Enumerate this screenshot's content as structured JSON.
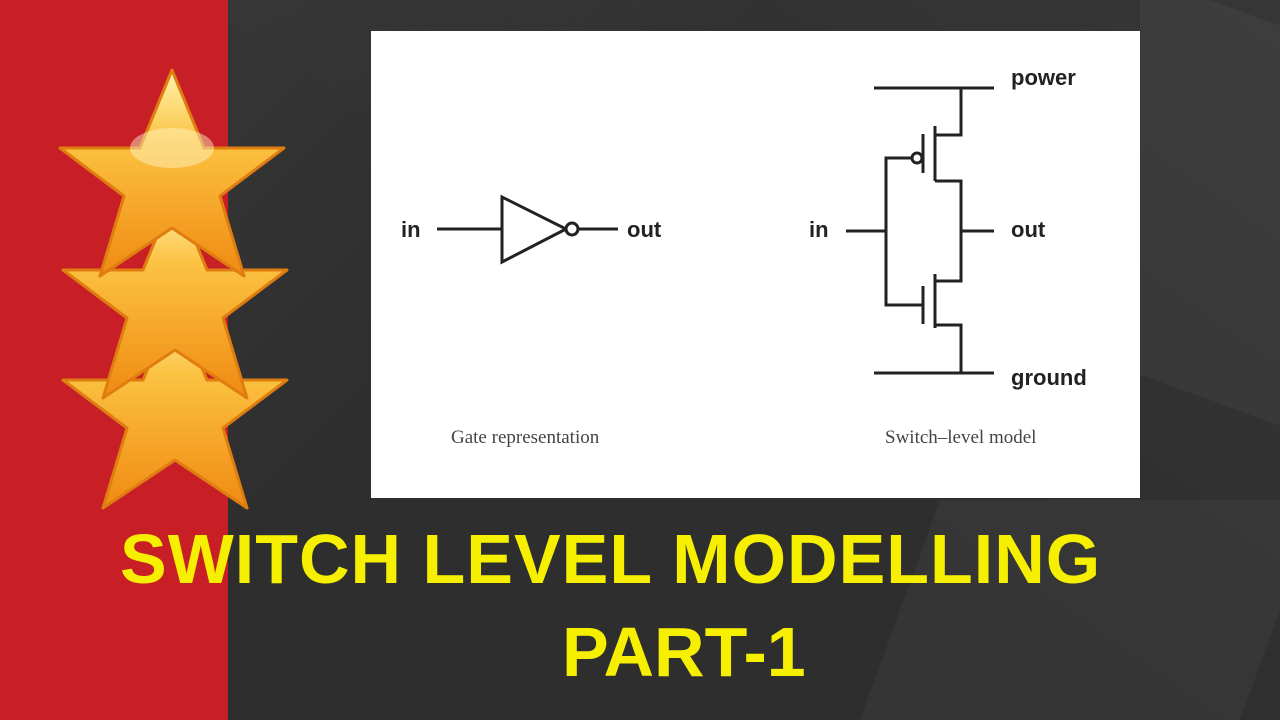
{
  "colors": {
    "red_strip": "#c81f26",
    "title_yellow": "#f6f000",
    "star_orange": "#f7a21b"
  },
  "icons": [
    "star-icon",
    "star-icon",
    "star-icon"
  ],
  "diagram": {
    "gate": {
      "in_label": "in",
      "out_label": "out",
      "caption": "Gate representation"
    },
    "switch": {
      "power_label": "power",
      "in_label": "in",
      "out_label": "out",
      "ground_label": "ground",
      "caption": "Switch–level model"
    }
  },
  "title": {
    "line1": "SWITCH LEVEL MODELLING",
    "line2": "PART-1"
  }
}
